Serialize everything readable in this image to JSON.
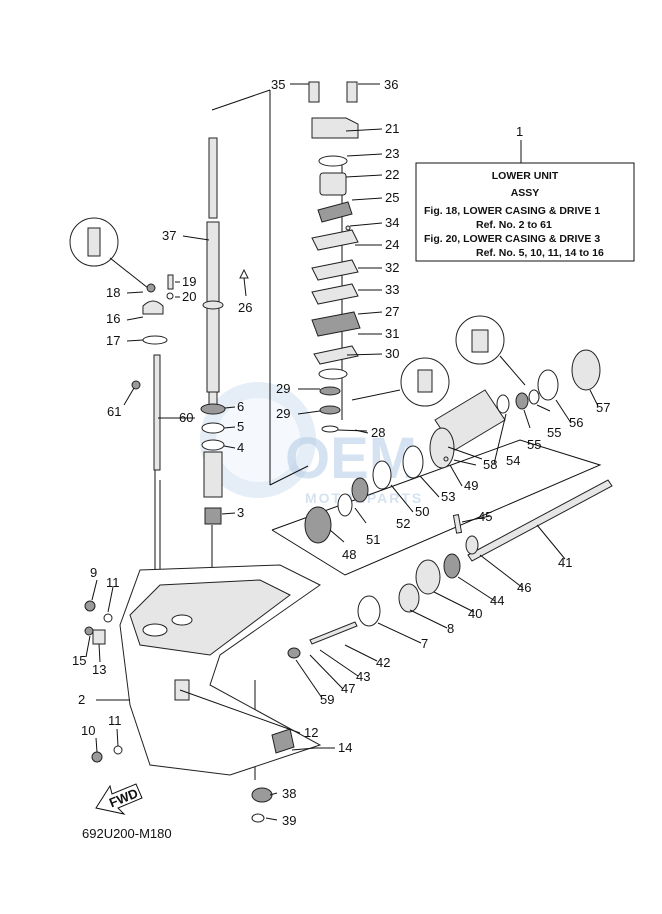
{
  "info_box": {
    "number": "1",
    "title": "LOWER UNIT",
    "subtitle": "ASSY",
    "line1": "Fig. 18, LOWER CASING & DRIVE 1",
    "line2": "Ref. No. 2 to 61",
    "line3": "Fig. 20, LOWER CASING & DRIVE 3",
    "line4": "Ref. No. 5, 10, 11, 14 to 16"
  },
  "diagram_code": "692U200-M180",
  "fwd_label": "FWD",
  "watermark": {
    "main": "OEM",
    "sub": "MOTORPARTS"
  },
  "callouts": {
    "c2": "2",
    "c3": "3",
    "c4": "4",
    "c5": "5",
    "c6": "6",
    "c7": "7",
    "c8": "8",
    "c9": "9",
    "c10": "10",
    "c11a": "11",
    "c11b": "11",
    "c12": "12",
    "c13": "13",
    "c14": "14",
    "c15": "15",
    "c16": "16",
    "c17": "17",
    "c18": "18",
    "c19": "19",
    "c20": "20",
    "c21": "21",
    "c22": "22",
    "c23": "23",
    "c24": "24",
    "c25": "25",
    "c26": "26",
    "c27": "27",
    "c28": "28",
    "c29a": "29",
    "c29b": "29",
    "c30": "30",
    "c31": "31",
    "c32": "32",
    "c33": "33",
    "c34": "34",
    "c35": "35",
    "c36": "36",
    "c37": "37",
    "c38": "38",
    "c39": "39",
    "c40": "40",
    "c41": "41",
    "c42": "42",
    "c43": "43",
    "c44": "44",
    "c45": "45",
    "c46": "46",
    "c47": "47",
    "c48": "48",
    "c49": "49",
    "c50": "50",
    "c51": "51",
    "c52": "52",
    "c53": "53",
    "c54": "54",
    "c55a": "55",
    "c55b": "55",
    "c56": "56",
    "c57": "57",
    "c58": "58",
    "c59": "59",
    "c60": "60",
    "c61": "61"
  },
  "colors": {
    "ink": "#111111",
    "part_fill": "#e6e6e6",
    "part_dark": "#9a9a9a",
    "watermark": "#b9cfe8"
  }
}
